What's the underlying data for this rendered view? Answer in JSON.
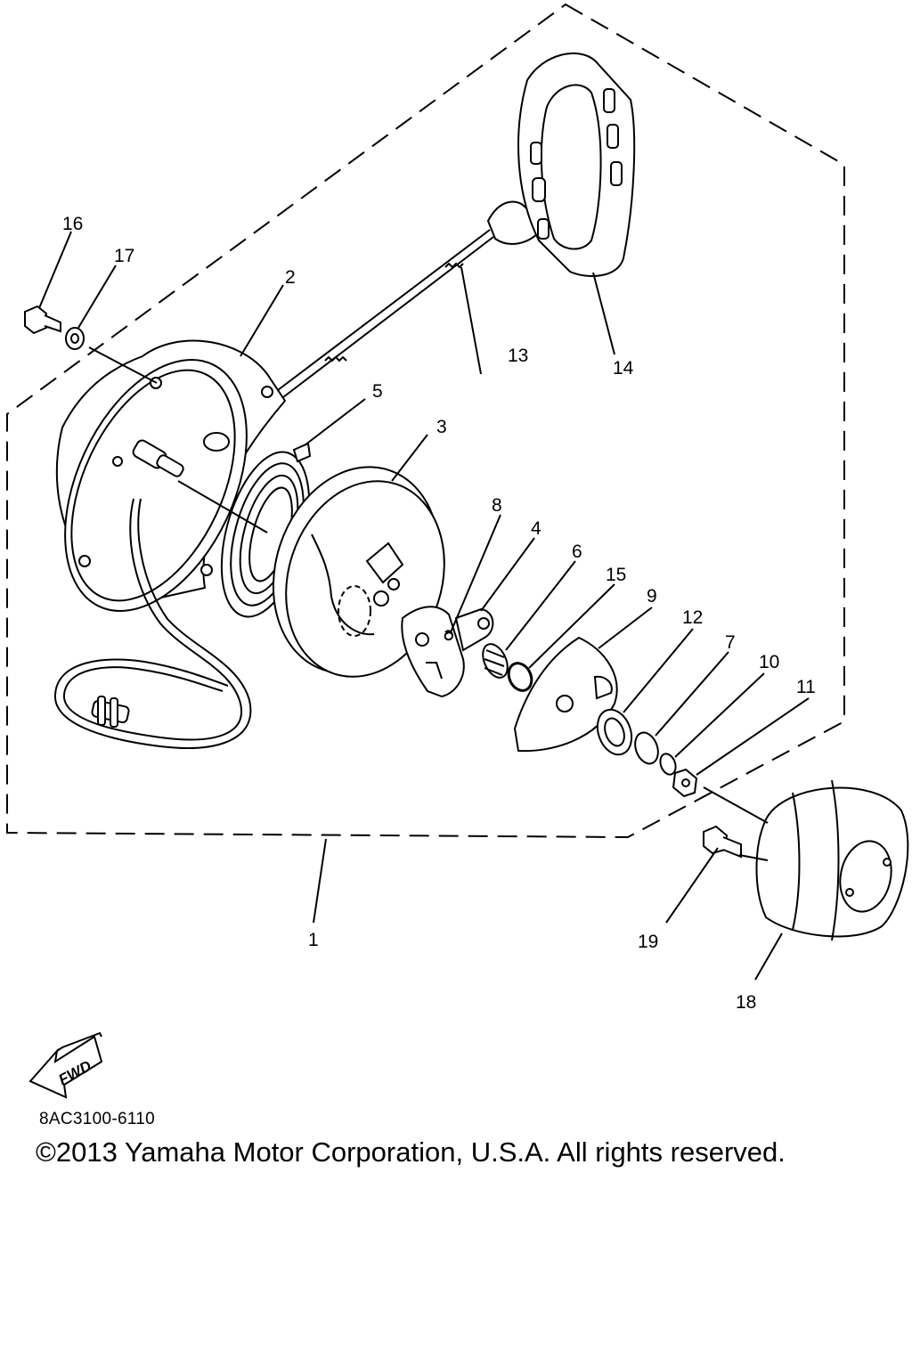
{
  "parts": [
    {
      "number": "1"
    },
    {
      "number": "2"
    },
    {
      "number": "3"
    },
    {
      "number": "4"
    },
    {
      "number": "5"
    },
    {
      "number": "6"
    },
    {
      "number": "7"
    },
    {
      "number": "8"
    },
    {
      "number": "9"
    },
    {
      "number": "10"
    },
    {
      "number": "11"
    },
    {
      "number": "12"
    },
    {
      "number": "13"
    },
    {
      "number": "14"
    },
    {
      "number": "15"
    },
    {
      "number": "16"
    },
    {
      "number": "17"
    },
    {
      "number": "18"
    },
    {
      "number": "19"
    }
  ],
  "direction_arrow": {
    "label": "FWD",
    "icon": "fwd-arrow-icon"
  },
  "diagram_code": "8AC3100-6110",
  "copyright": "©2013 Yamaha Motor Corporation, U.S.A. All rights reserved.",
  "colors": {
    "ink": "#000000",
    "paper": "#ffffff"
  }
}
